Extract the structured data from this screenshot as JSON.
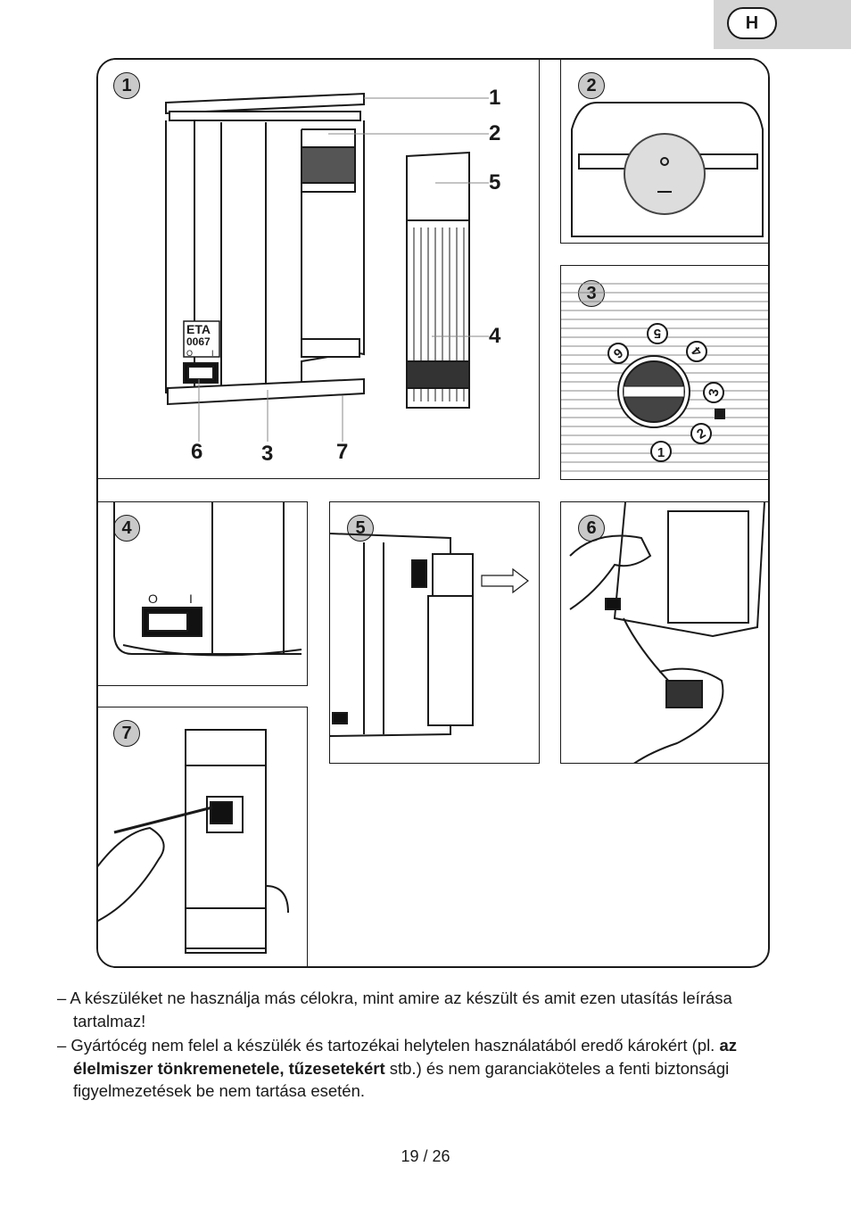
{
  "language_tab": "H",
  "figures": {
    "fig1": {
      "number": "1",
      "label_box": {
        "brand": "ETA",
        "model": "0067",
        "switch_off": "O",
        "switch_on": "I"
      },
      "callouts": [
        "1",
        "2",
        "5",
        "4",
        "6",
        "3",
        "7"
      ]
    },
    "fig2": {
      "number": "2"
    },
    "fig3": {
      "number": "3",
      "dial_marks": [
        "1",
        "2",
        "3",
        "4",
        "5",
        "6"
      ]
    },
    "fig4": {
      "number": "4",
      "switch_off": "O",
      "switch_on": "I"
    },
    "fig5": {
      "number": "5"
    },
    "fig6": {
      "number": "6"
    },
    "fig7": {
      "number": "7"
    }
  },
  "text": {
    "bullet1": "– A készüléket ne használja más célokra, mint amire az készült és amit ezen utasítás leírása tartalmaz!",
    "bullet2_start": "– Gyártócég nem felel a készülék és tartozékai helytelen használatából eredő károkért (pl. ",
    "bullet2_bold": "az élelmiszer tönkremenetele, tűzesetekért",
    "bullet2_end": " stb.) és nem garanciaköteles a fenti biztonsági figyelmezetések be nem tartása esetén."
  },
  "page_number": "19 / 26"
}
